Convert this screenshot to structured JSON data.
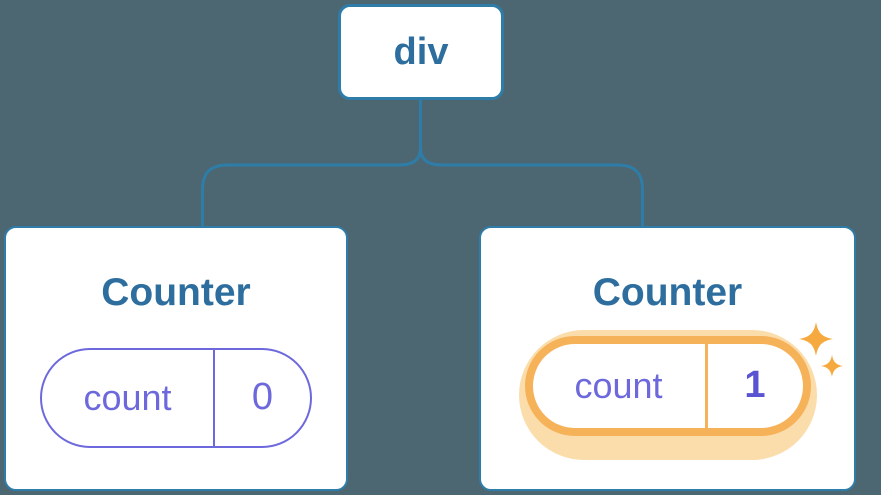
{
  "colors": {
    "background": "#4C6772",
    "line-blue": "#2E7DA8",
    "node-text-blue": "#2D6E9E",
    "card-bg": "#FFFFFF",
    "state-purple": "#6D69DC",
    "state-value-purple": "#5A53D2",
    "highlight-orange": "#F6B259",
    "highlight-glow": "#FBDDAC",
    "sparkle-orange": "#F5A93F"
  },
  "icons": {
    "sparkles": "two four-point stars marking updated state"
  },
  "tree": {
    "root": {
      "label": "div"
    },
    "children": [
      {
        "title": "Counter",
        "state_key": "count",
        "state_value": "0",
        "highlighted": false
      },
      {
        "title": "Counter",
        "state_key": "count",
        "state_value": "1",
        "highlighted": true
      }
    ]
  }
}
